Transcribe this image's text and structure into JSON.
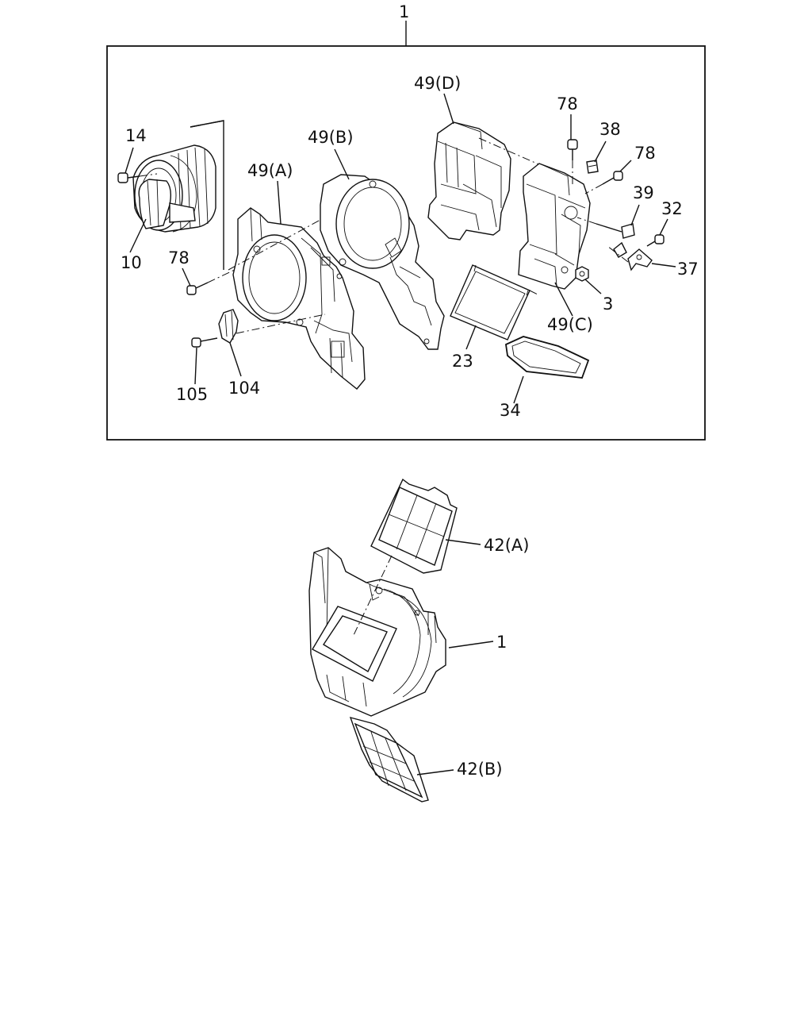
{
  "labels": {
    "assembly_top": "1",
    "blower_screw_14": "14",
    "blower_motor_10": "10",
    "screw_78_left": "78",
    "case_49a": "49(A)",
    "case_49b": "49(B)",
    "case_49d": "49(D)",
    "screw_78_top": "78",
    "clip_38": "38",
    "screw_78_right": "78",
    "lever_39": "39",
    "screw_32": "32",
    "link_37": "37",
    "nut_3": "3",
    "case_49c": "49(C)",
    "filter_23": "23",
    "seal_34": "34",
    "screw_105": "105",
    "resistor_104": "104",
    "filter_42a": "42(A)",
    "assembly_bottom": "1",
    "filter_42b": "42(B)"
  }
}
